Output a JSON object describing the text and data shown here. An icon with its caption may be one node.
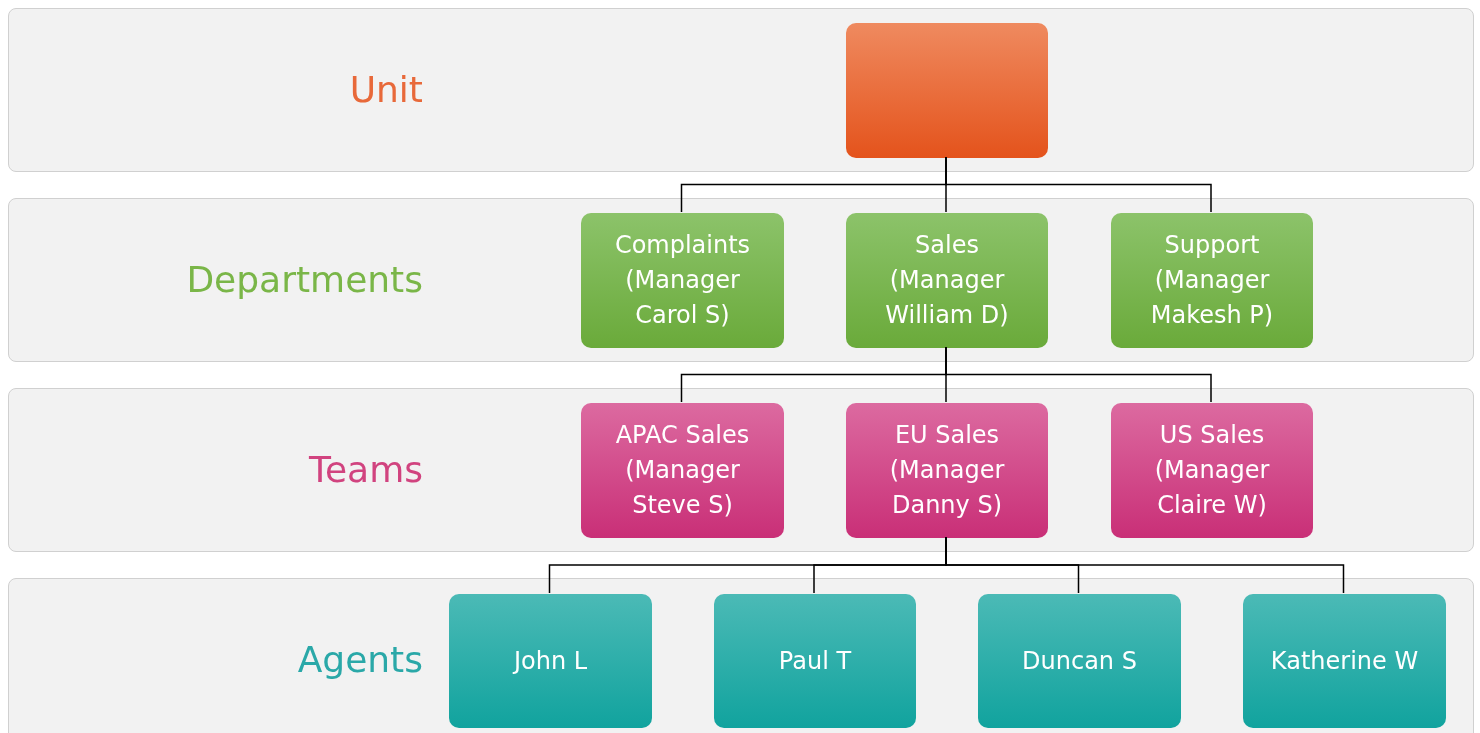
{
  "diagram": {
    "nodes": [
      {
        "text": [
          "Unit"
        ]
      },
      {
        "text": [],
        "shape": "box",
        "in": 0
      },
      {
        "text": [
          "Departments"
        ]
      },
      {
        "text": [
          "Complaints (Manager Carol S)"
        ],
        "in": 2
      },
      {
        "text": [
          "Sales (Manager William D)"
        ],
        "in": 2
      },
      {
        "text": [
          "Support (Manager Makesh P)"
        ],
        "in": 2
      },
      {
        "text": [
          "Teams"
        ]
      },
      {
        "text": [
          "APAC Sales (Manager Steve S)"
        ],
        "in": 6
      },
      {
        "text": [
          "EU Sales (Manager Danny S)"
        ],
        "in": 6
      },
      {
        "text": [
          "US Sales (Manager Claire W)"
        ],
        "in": 6
      },
      {
        "text": [
          "Agents"
        ]
      },
      {
        "text": [
          "John L"
        ],
        "in": 10
      },
      {
        "text": [
          "Paul T"
        ],
        "in": 10
      },
      {
        "text": [
          "Duncan S"
        ],
        "in": 10
      },
      {
        "text": [
          "Katherine W"
        ],
        "in": 10
      }
    ],
    "edges": [
      {
        "from": 1,
        "to": 3,
        "arrow": "none"
      },
      {
        "from": 1,
        "to": 4,
        "arrow": "none"
      },
      {
        "from": 1,
        "to": 5,
        "arrow": "none"
      },
      {
        "from": 4,
        "to": 7,
        "arrow": "none"
      },
      {
        "from": 4,
        "to": 8,
        "arrow": "none"
      },
      {
        "from": 4,
        "to": 9,
        "arrow": "none"
      },
      {
        "from": 8,
        "to": 11,
        "arrow": "none"
      },
      {
        "from": 8,
        "to": 12,
        "arrow": "none"
      },
      {
        "from": 8,
        "to": 13,
        "arrow": "none"
      },
      {
        "from": 8,
        "to": 14,
        "arrow": "none"
      }
    ]
  }
}
